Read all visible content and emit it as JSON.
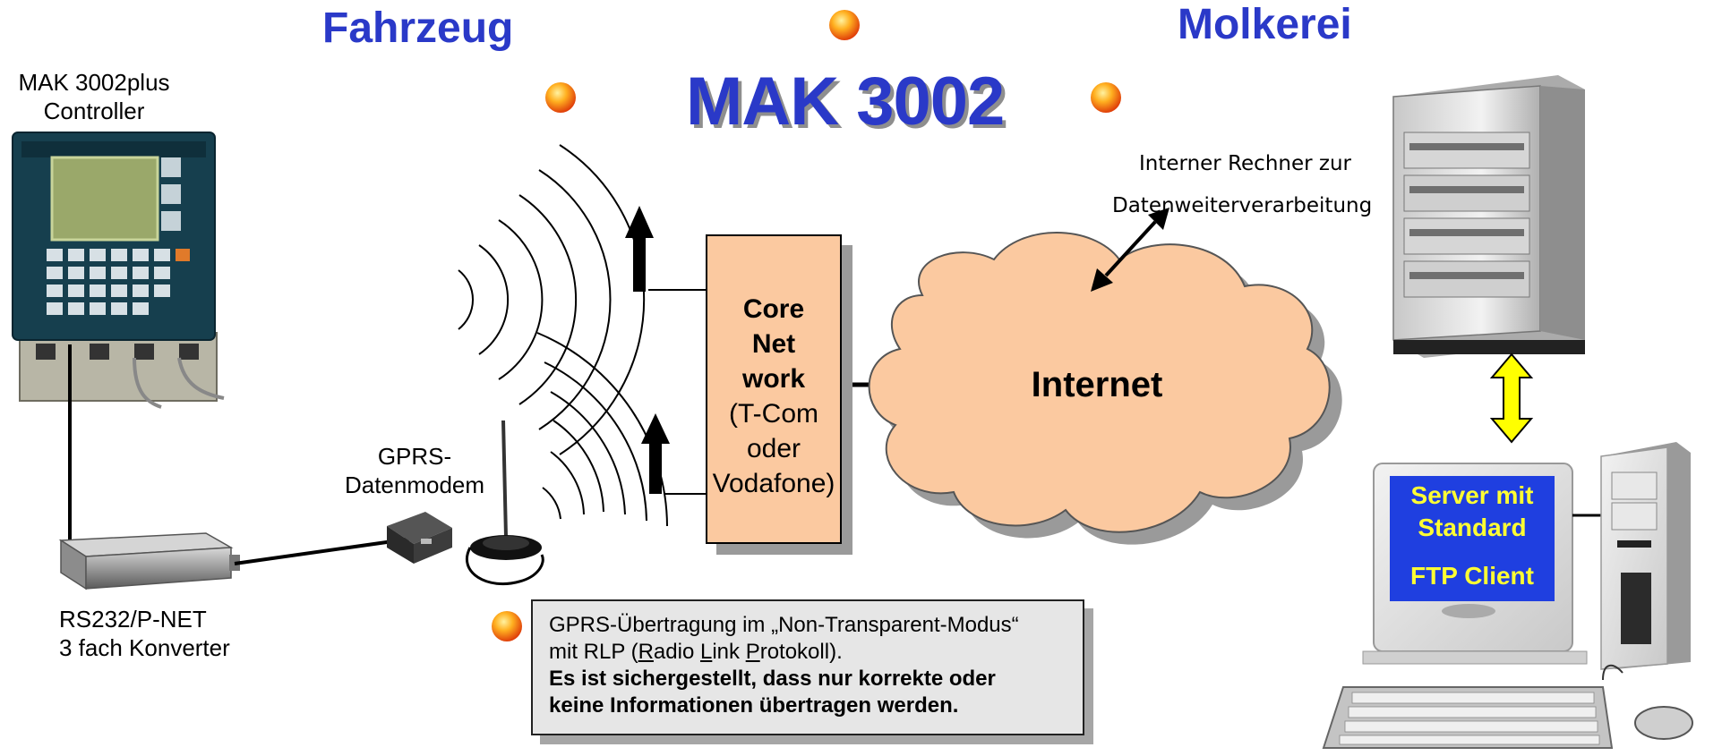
{
  "header": {
    "left_title": "Fahrzeug",
    "right_title": "Molkerei",
    "main_title": "MAK 3002"
  },
  "controller": {
    "line1": "MAK 3002plus",
    "line2": "Controller"
  },
  "converter": {
    "line1": "RS232/P-NET",
    "line2": "3 fach Konverter"
  },
  "modem": {
    "line1": "GPRS-",
    "line2": "Datenmodem"
  },
  "core_network": {
    "line1": "Core",
    "line2": "Net",
    "line3": "work",
    "line4": "(T-Com",
    "line5": "oder",
    "line6": "Vodafone)"
  },
  "cloud": {
    "label": "Internet"
  },
  "internal_pc": {
    "line1": "Interner Rechner zur",
    "line2": "Datenweiterverarbeitung"
  },
  "server_screen": {
    "line1": "Server mit",
    "line2": "Standard",
    "line3": "FTP Client"
  },
  "info_box": {
    "line1": "GPRS-Übertragung im „Non-Transparent-Modus“",
    "line2_prefix": "mit RLP (",
    "r": "R",
    "adio": "adio ",
    "l": "L",
    "ink": "ink ",
    "p": "P",
    "rotokoll": "rotokoll).",
    "line3": "Es ist sichergestellt, dass nur korrekte oder",
    "line4": "keine Informationen  übertragen werden."
  },
  "colors": {
    "title_blue": "#2a39c8",
    "core_fill": "#fbc9a0",
    "cloud_fill": "#fbc9a0",
    "screen_blue": "#1f3fe0",
    "screen_text": "#ffff33",
    "sync_arrow": "#ffff00"
  }
}
